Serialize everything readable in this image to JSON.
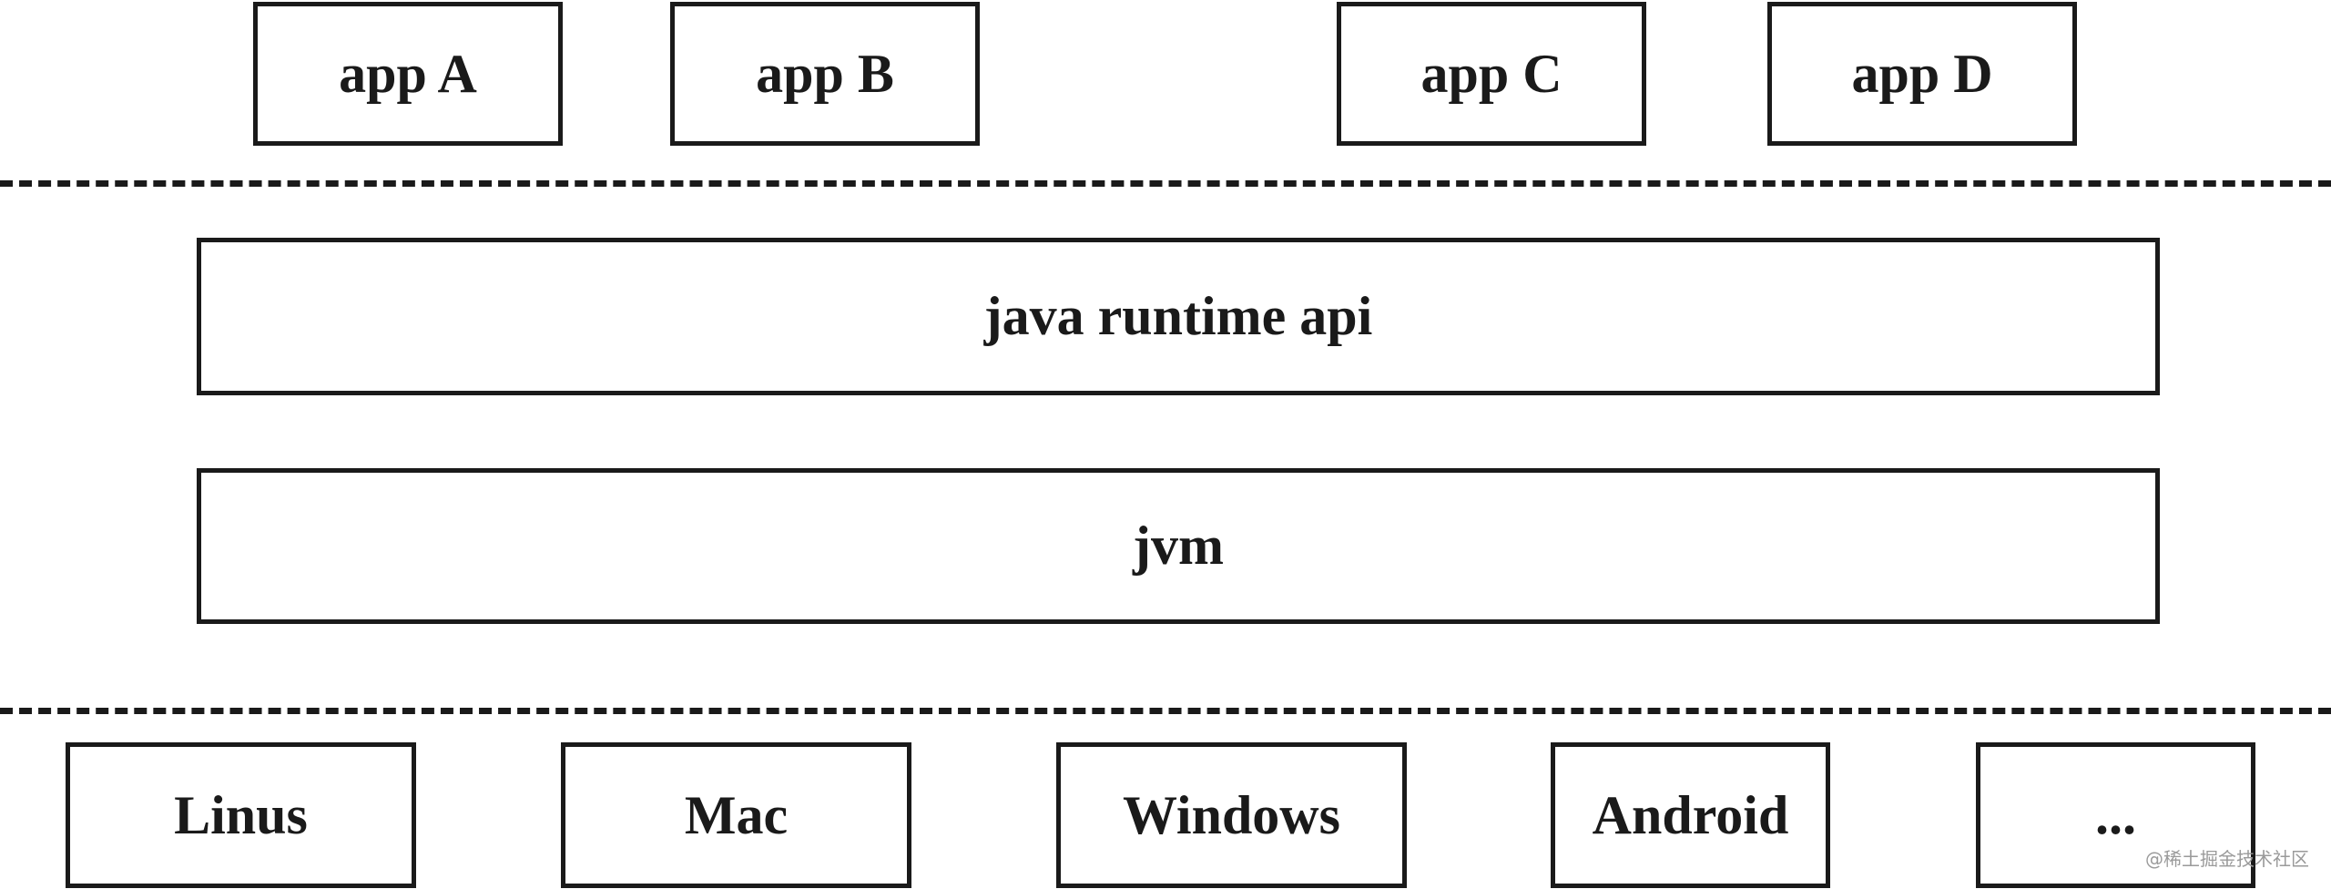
{
  "apps": [
    {
      "label": "app A"
    },
    {
      "label": "app B"
    },
    {
      "label": "app C"
    },
    {
      "label": "app D"
    }
  ],
  "runtime": {
    "api_label": "java runtime api",
    "jvm_label": "jvm"
  },
  "os": [
    {
      "label": "Linus"
    },
    {
      "label": "Mac"
    },
    {
      "label": "Windows"
    },
    {
      "label": "Android"
    },
    {
      "label": "..."
    }
  ],
  "watermark": "@稀土掘金技术社区"
}
